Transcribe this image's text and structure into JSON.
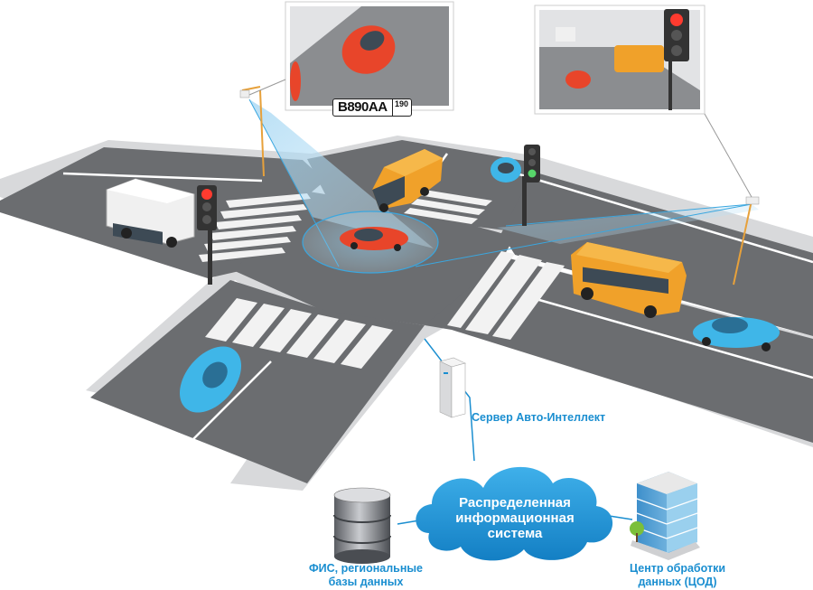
{
  "plate": {
    "number": "В890АА",
    "region": "190"
  },
  "labels": {
    "server": "Сервер Авто-Интеллект",
    "cloud": [
      "Распределенная",
      "информационная",
      "система"
    ],
    "fis": [
      "ФИС, региональные",
      "базы данных"
    ],
    "center": [
      "Центр обработки",
      "данных (ЦОД)"
    ]
  },
  "colors": {
    "accent_blue": "#1a8ed0",
    "road": "#6b6d70",
    "bus_orange": "#f0a12a",
    "car_red": "#e8452a",
    "car_blue": "#3fb6e8"
  },
  "icons": [
    "camera-icon",
    "traffic-light-icon",
    "server-icon",
    "database-icon",
    "building-icon",
    "cloud-icon"
  ]
}
